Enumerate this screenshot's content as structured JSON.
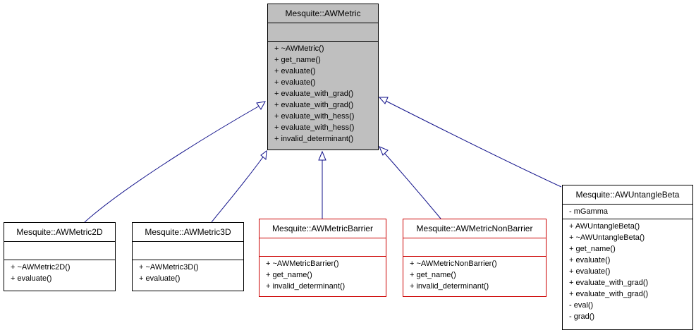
{
  "colors": {
    "edge": "#10108a",
    "base_fill": "#bfbfbf",
    "derived_border_highlight": "#cc0000"
  },
  "base": {
    "name": "Mesquite::AWMetric",
    "methods": [
      "+ ~AWMetric()",
      "+ get_name()",
      "+ evaluate()",
      "+ evaluate()",
      "+ evaluate_with_grad()",
      "+ evaluate_with_grad()",
      "+ evaluate_with_hess()",
      "+ evaluate_with_hess()",
      "+ invalid_determinant()"
    ]
  },
  "classes": [
    {
      "key": "c2d",
      "name": "Mesquite::AWMetric2D",
      "attributes": [],
      "methods": [
        "+ ~AWMetric2D()",
        "+ evaluate()"
      ]
    },
    {
      "key": "c3d",
      "name": "Mesquite::AWMetric3D",
      "attributes": [],
      "methods": [
        "+ ~AWMetric3D()",
        "+ evaluate()"
      ]
    },
    {
      "key": "barrier",
      "name": "Mesquite::AWMetricBarrier",
      "attributes": [],
      "methods": [
        "+ ~AWMetricBarrier()",
        "+ get_name()",
        "+ invalid_determinant()"
      ]
    },
    {
      "key": "nonbarrier",
      "name": "Mesquite::AWMetricNonBarrier",
      "attributes": [],
      "methods": [
        "+ ~AWMetricNonBarrier()",
        "+ get_name()",
        "+ invalid_determinant()"
      ]
    },
    {
      "key": "untangle",
      "name": "Mesquite::AWUntangleBeta",
      "attributes": [
        "- mGamma"
      ],
      "methods": [
        "+ AWUntangleBeta()",
        "+ ~AWUntangleBeta()",
        "+ get_name()",
        "+ evaluate()",
        "+ evaluate()",
        "+ evaluate_with_grad()",
        "+ evaluate_with_grad()",
        "- eval()",
        "- grad()"
      ]
    }
  ]
}
